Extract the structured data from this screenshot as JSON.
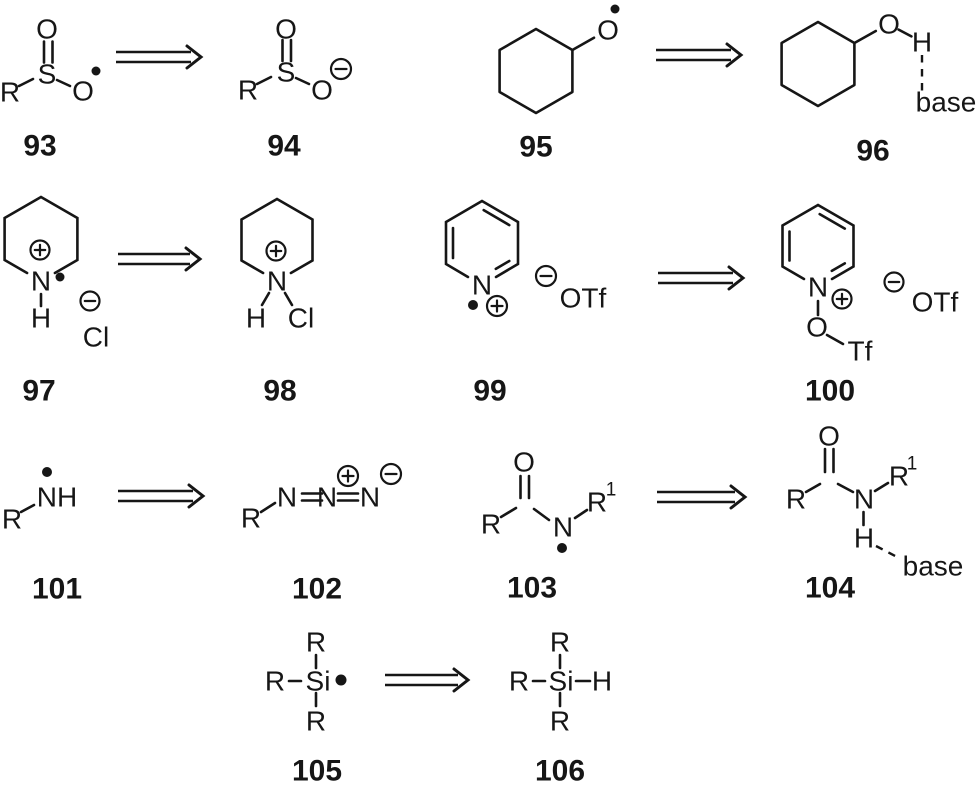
{
  "palette": {
    "ink": "#161616",
    "hydrogen_highlight": "#3e7dd8"
  },
  "atoms": {
    "R": "R",
    "S": "S",
    "O": "O",
    "N": "N",
    "H": "H",
    "NH": "NH",
    "Cl": "Cl",
    "Si": "Si",
    "OTf": "OTf",
    "Tf": "Tf",
    "base": "base",
    "sup1": "1"
  },
  "compounds": {
    "93": "93",
    "94": "94",
    "95": "95",
    "96": "96",
    "97": "97",
    "98": "98",
    "99": "99",
    "100": "100",
    "101": "101",
    "102": "102",
    "103": "103",
    "104": "104",
    "105": "105",
    "106": "106"
  }
}
